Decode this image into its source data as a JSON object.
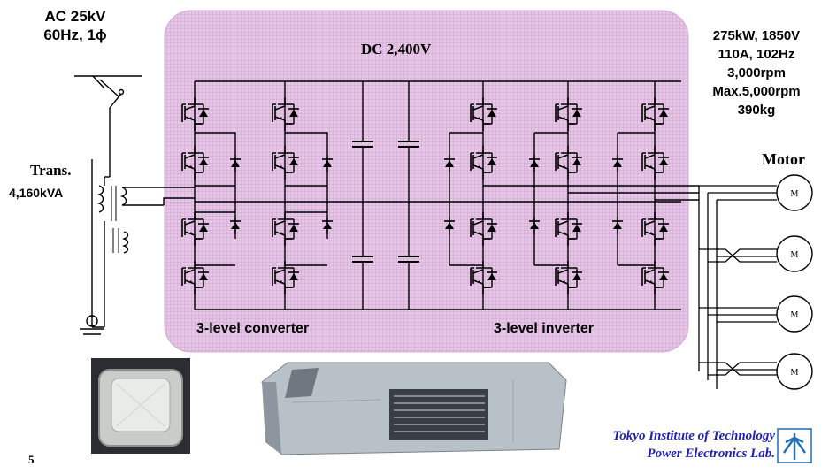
{
  "ac_source": {
    "line1": "AC 25kV",
    "line2": "60Hz, 1ϕ"
  },
  "transformer": {
    "label": "Trans.",
    "rating": "4,160kVA"
  },
  "dc_link": {
    "label": "DC 2,400V"
  },
  "converter": {
    "label": "3-level converter"
  },
  "inverter": {
    "label": "3-level  inverter"
  },
  "motor_specs": [
    "275kW, 1850V",
    "110A, 102Hz",
    "3,000rpm",
    "Max.5,000rpm",
    "390kg"
  ],
  "motor": {
    "label": "Motor",
    "symbol": "M"
  },
  "footer": {
    "institute": "Tokyo Institute of Technology",
    "lab": "Power Electronics Lab.",
    "page_number": "5"
  },
  "colors": {
    "dc_region": "#e4bfe4",
    "dc_region_border": "#c8a2c8",
    "wire": "#000000",
    "footer_text": "#1f1fb8",
    "logo": "#1f6fb4"
  },
  "icons": [
    "switch-icon",
    "igbt-icon",
    "diode-icon",
    "capacitor-icon",
    "ground-icon",
    "motor-icon",
    "power-module-photo",
    "inverter-unit-photo",
    "university-logo"
  ]
}
